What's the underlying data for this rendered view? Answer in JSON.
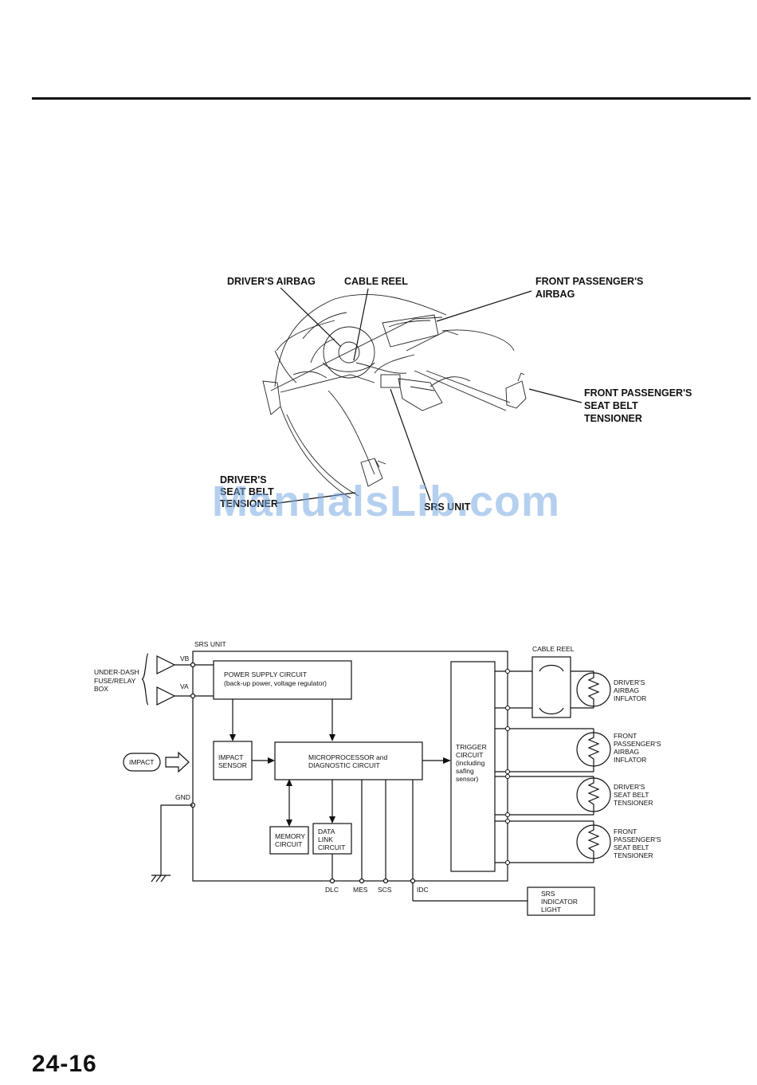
{
  "page": {
    "number": "24-16",
    "watermark": "ManualsLib.com"
  },
  "illustration": {
    "labels": {
      "drivers_airbag": "DRIVER'S AIRBAG",
      "cable_reel": "CABLE REEL",
      "front_passenger_airbag": [
        "FRONT PASSENGER'S",
        "AIRBAG"
      ],
      "front_passenger_tensioner": [
        "FRONT PASSENGER'S",
        "SEAT BELT",
        "TENSIONER"
      ],
      "drivers_tensioner": [
        "DRIVER'S",
        "SEAT BELT",
        "TENSIONER"
      ],
      "srs_unit": "SRS UNIT"
    }
  },
  "diagram": {
    "srs_unit_label": "SRS UNIT",
    "under_dash": [
      "UNDER-DASH",
      "FUSE/RELAY",
      "BOX"
    ],
    "vb": "VB",
    "va": "VA",
    "gnd": "GND",
    "impact": "IMPACT",
    "power_supply": [
      "POWER SUPPLY CIRCUIT",
      "(back-up power, voltage regulator)"
    ],
    "impact_sensor": [
      "IMPACT",
      "SENSOR"
    ],
    "microprocessor": [
      "MICROPROCESSOR and",
      "DIAGNOSTIC CIRCUIT"
    ],
    "memory": [
      "MEMORY",
      "CIRCUIT"
    ],
    "data_link": [
      "DATA",
      "LINK",
      "CIRCUIT"
    ],
    "trigger": [
      "TRIGGER",
      "CIRCUIT",
      "(including",
      "safing",
      "sensor)"
    ],
    "cable_reel": "CABLE REEL",
    "inflators": [
      [
        "DRIVER'S",
        "AIRBAG",
        "INFLATOR"
      ],
      [
        "FRONT",
        "PASSENGER'S",
        "AIRBAG",
        "INFLATOR"
      ],
      [
        "DRIVER'S",
        "SEAT BELT",
        "TENSIONER"
      ],
      [
        "FRONT",
        "PASSENGER'S",
        "SEAT BELT",
        "TENSIONER"
      ]
    ],
    "terminals": [
      "DLC",
      "MES",
      "SCS",
      "IDC"
    ],
    "indicator": [
      "SRS",
      "INDICATOR",
      "LIGHT"
    ]
  }
}
